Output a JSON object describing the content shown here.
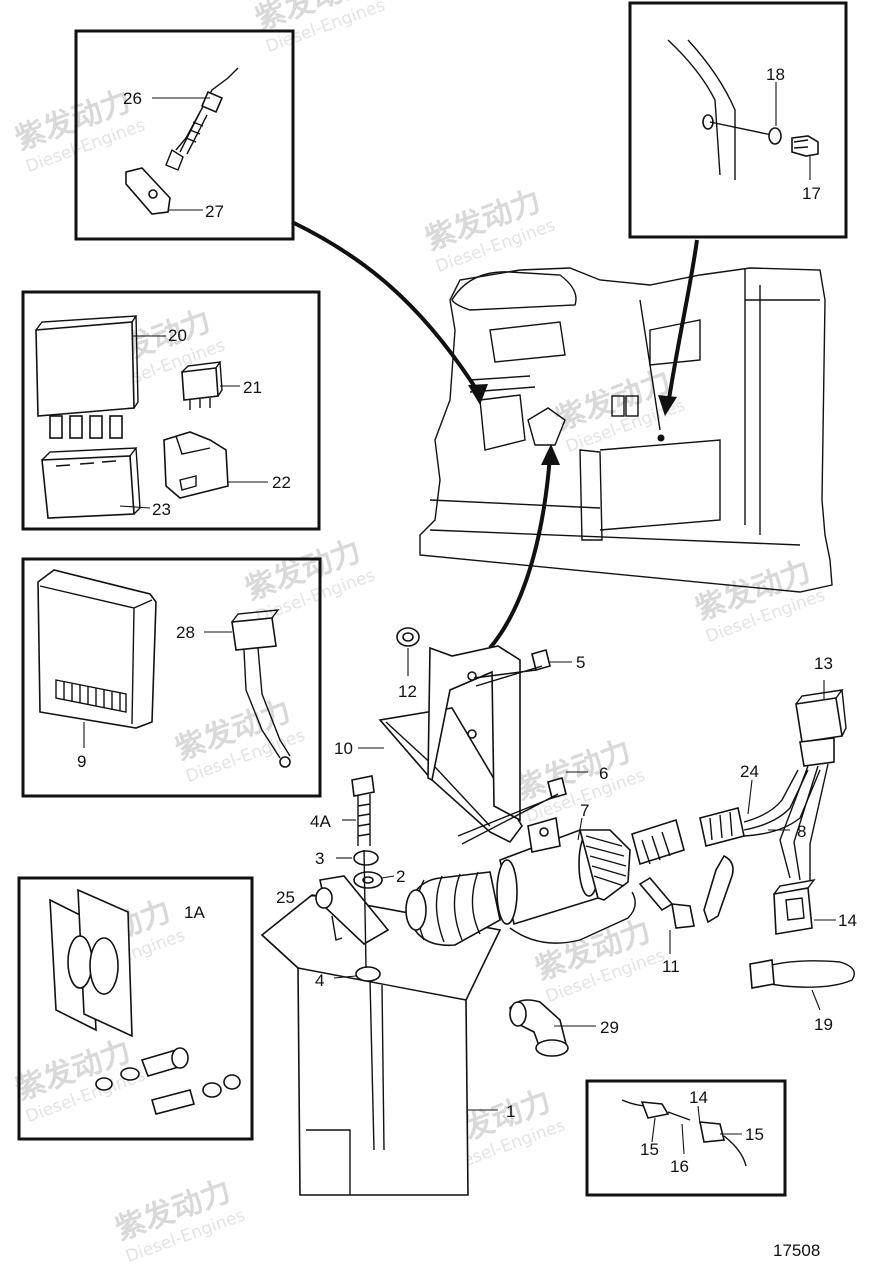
{
  "drawing_number": "17508",
  "watermark": {
    "cn": "紫发动力",
    "en": "Diesel-Engines"
  },
  "callouts": {
    "c1": "1",
    "c1A": "1A",
    "c2": "2",
    "c3": "3",
    "c4": "4",
    "c4A": "4A",
    "c5": "5",
    "c6": "6",
    "c7": "7",
    "c8": "8",
    "c9": "9",
    "c10": "10",
    "c11": "11",
    "c12": "12",
    "c13": "13",
    "c14a": "14",
    "c14b": "14",
    "c15a": "15",
    "c15b": "15",
    "c16": "16",
    "c17": "17",
    "c18": "18",
    "c19": "19",
    "c20": "20",
    "c21": "21",
    "c22": "22",
    "c23": "23",
    "c24": "24",
    "c25": "25",
    "c26": "26",
    "c27": "27",
    "c28": "28",
    "c29": "29"
  }
}
